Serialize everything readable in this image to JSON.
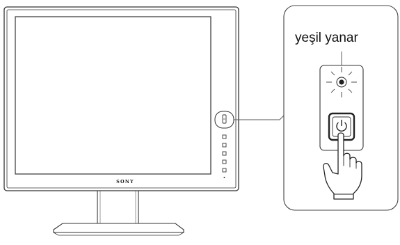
{
  "monitor": {
    "brand": "SONY",
    "side_buttons": [
      "power",
      "button-1",
      "button-2",
      "button-3",
      "button-4",
      "button-5",
      "button-6"
    ]
  },
  "callout": {
    "indicator_label": "yeşil yanar",
    "indicator_state": "green lit",
    "indicator_color": "#000000"
  },
  "colors": {
    "line": "#333333",
    "background": "#ffffff"
  }
}
